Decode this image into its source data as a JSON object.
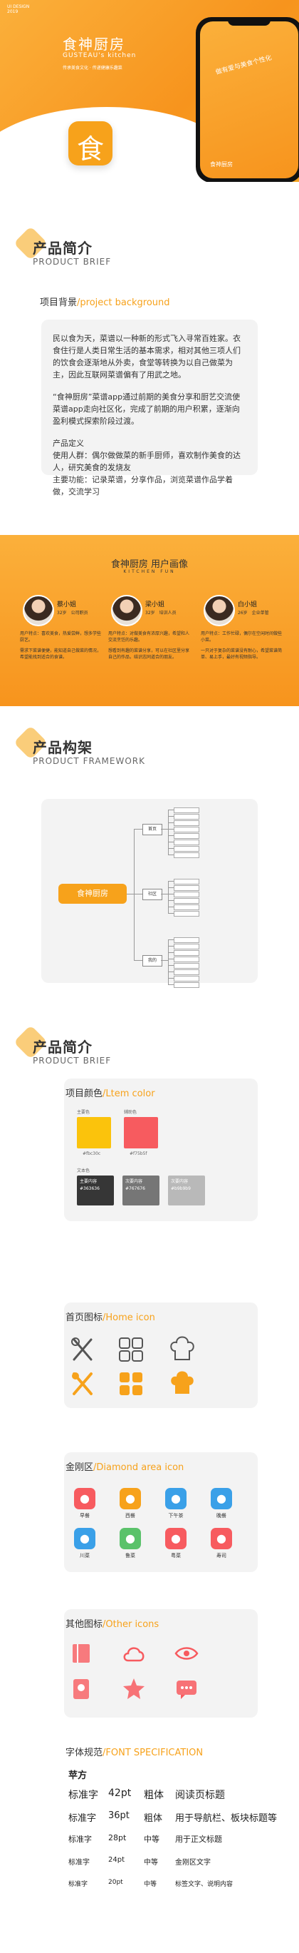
{
  "hero": {
    "ui_tag_line1": "UI DESIGN",
    "ui_tag_line2": "2019",
    "title": "食神厨房",
    "subtitle": "GUSTEAU's kitchen",
    "tagline": "传承美食文化 · 传递健康乐趣菜",
    "phone_slogan": "做有爱与美食个性化",
    "phone_brand": "食神厨房",
    "logo_glyph": "食"
  },
  "brief": {
    "title": "产品简介",
    "subtitle": "PRODUCT BRIEF",
    "bg_label": "项目背景",
    "bg_label_en": "/project background",
    "p1": "民以食为天，菜谱以一种新的形式飞入寻常百姓家。衣食住行是人类日常生活的基本需求，相对其他三项人们的饮食会逐渐地从外卖，食堂等转换为以自己做菜为主，因此互联网菜谱偏有了用武之地。",
    "p2": "“食神厨房”菜谱app通过前期的美食分享和厨艺交流使菜谱app走向社区化，完成了前期的用户积累，逐渐向盈利模式探索阶段过渡。",
    "p3": "产品定义\n使用人群：偶尔做做菜的新手厨师，喜欢制作美食的达人，研究美食的发烧友\n主要功能：记录菜谱，分享作品，浏览菜谱作品学着做，交流学习"
  },
  "personas": {
    "title": "食神厨房 用户画像",
    "subtitle": "KITCHEN FUN",
    "items": [
      {
        "name": "蔡小姐",
        "meta": "32岁　公司职员",
        "d1": "用户特点：喜欢美食，热爱尝鲜，想多学些厨艺。",
        "d2": "需求下菜谱便捷，能知道自己做菜的情况，希望能找到适合的食谱。"
      },
      {
        "name": "梁小姐",
        "meta": "32岁　培训人员",
        "d1": "用户特点：对做美食有浓厚兴趣，希望和人交流烹饪的乐趣。",
        "d2": "想看到有趣的菜谱分享，可以在社区里分享自己的作品，结识志同道合的朋友。"
      },
      {
        "name": "白小姐",
        "meta": "26岁　企业单管",
        "d1": "用户特点：工作忙碌，偶尔在空闲时间做些小菜。",
        "d2": "一只对于复杂的菜谱没有耐心，希望菜谱简单、易上手，最好有视频指导。"
      }
    ]
  },
  "framework": {
    "title": "产品构架",
    "subtitle": "PRODUCT FRAMEWORK",
    "root": "食神厨房",
    "nodes": [
      "首页",
      "社区",
      "我的"
    ]
  },
  "style": {
    "title": "产品简介",
    "subtitle": "PRODUCT BRIEF",
    "color_label": "项目颜色",
    "color_label_en": "/Ltem color",
    "main_color_label": "主要色",
    "main_color": "#fbc30c",
    "aux_color_label": "辅助色",
    "aux_color": "#f75b5f",
    "text_color_label": "文本色",
    "text_colors": [
      {
        "label": "主要内容",
        "hex": "#363636"
      },
      {
        "label": "次要内容",
        "hex": "#767676"
      },
      {
        "label": "次要内容",
        "hex": "#b9b9b9"
      }
    ],
    "home_label": "首页图标",
    "home_label_en": "/Home icon",
    "diamond_label": "金刚区",
    "diamond_label_en": "/Diamond area icon",
    "diamond_items": [
      {
        "label": "早餐",
        "color": "#f75b5f"
      },
      {
        "label": "西餐",
        "color": "#f7a21b"
      },
      {
        "label": "下午茶",
        "color": "#3aa0e8"
      },
      {
        "label": "晚餐",
        "color": "#3aa0e8"
      },
      {
        "label": "川菜",
        "color": "#3aa0e8"
      },
      {
        "label": "鲁菜",
        "color": "#5ac26a"
      },
      {
        "label": "粤菜",
        "color": "#f75b5f"
      },
      {
        "label": "寿司",
        "color": "#f75b5f"
      }
    ],
    "other_label": "其他图标",
    "other_label_en": "/Other icons",
    "font_label": "字体规范",
    "font_label_en": "/FONT SPECIFICATION",
    "font_family": "苹方",
    "font_rows": [
      {
        "a": "标准字",
        "b": "42pt",
        "c": "粗体",
        "d": "阅读页标题"
      },
      {
        "a": "标准字",
        "b": "36pt",
        "c": "粗体",
        "d": "用于导航栏、板块标题等"
      },
      {
        "a": "标准字",
        "b": "28pt",
        "c": "中等",
        "d": "用于正文标题"
      },
      {
        "a": "标准字",
        "b": "24pt",
        "c": "中等",
        "d": "金刚区文字"
      },
      {
        "a": "标准字",
        "b": "20pt",
        "c": "中等",
        "d": "标签文字、说明内容"
      }
    ]
  }
}
